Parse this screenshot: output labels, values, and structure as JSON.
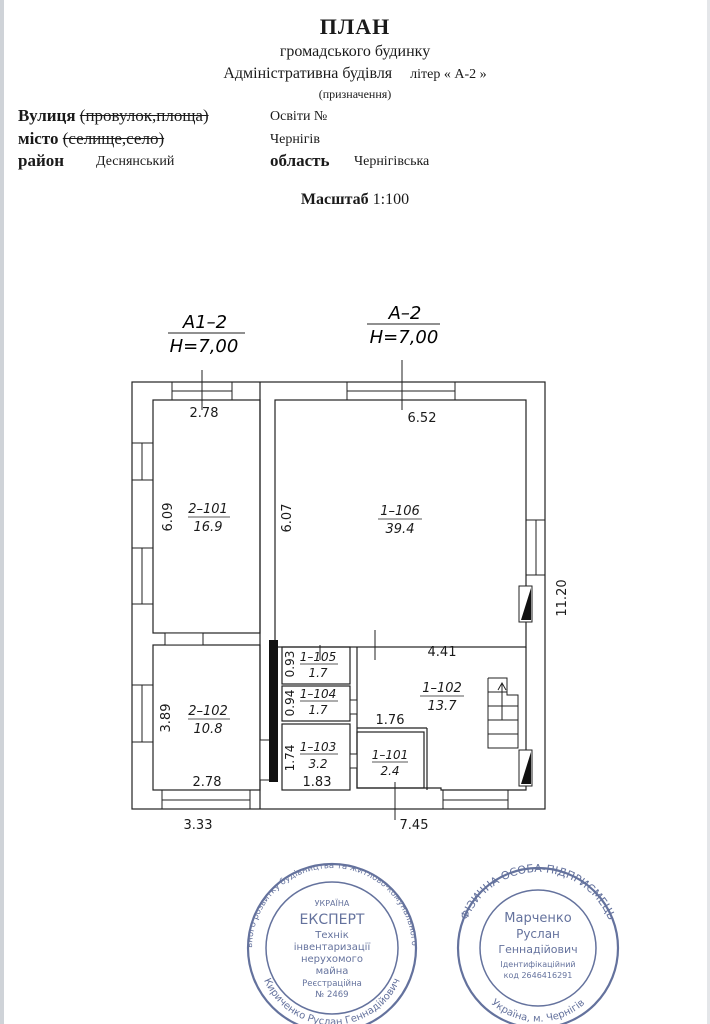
{
  "header": {
    "title": "ПЛАН",
    "subtitle": "громадського будинку",
    "building": "Адміністративна будівля",
    "litera": "літер « А-2 »",
    "purpose_note": "(призначення)"
  },
  "address": {
    "street_label": "Вулиця",
    "street_struck": "(провулок,площа)",
    "street_value": "Освіти   №",
    "city_label": "місто",
    "city_struck": "(селище,село)",
    "city_value": "Чернігів",
    "district_label": "район",
    "district_value": "Деснянський",
    "region_label": "область",
    "region_value": "Чернігівська"
  },
  "scale": {
    "label": "Масштаб",
    "value": "1:100"
  },
  "plan": {
    "tags": [
      {
        "name": "А1–2",
        "height": "Н=7,00"
      },
      {
        "name": "А–2",
        "height": "Н=7,00"
      }
    ],
    "rooms": [
      {
        "id": "2–101",
        "area": "16.9"
      },
      {
        "id": "2–102",
        "area": "10.8"
      },
      {
        "id": "1–106",
        "area": "39.4"
      },
      {
        "id": "1–105",
        "area": "1.7"
      },
      {
        "id": "1–104",
        "area": "1.7"
      },
      {
        "id": "1–103",
        "area": "3.2"
      },
      {
        "id": "1–102",
        "area": "13.7"
      },
      {
        "id": "1–101",
        "area": "2.4"
      }
    ],
    "dims": {
      "d_278_top": "2.78",
      "d_652": "6.52",
      "d_609": "6.09",
      "d_607": "6.07",
      "d_1120": "11.20",
      "d_441": "4.41",
      "d_093": "0.93",
      "d_094": "0.94",
      "d_174": "1.74",
      "d_176": "1.76",
      "d_183": "1.83",
      "d_389": "3.89",
      "d_278_bottom": "2.78",
      "d_333": "3.33",
      "d_745": "7.45"
    }
  },
  "stamps": {
    "left": {
      "ring": "Міністерство регіонального розвитку будівництва та житлово-комунального господарства України",
      "country": "УКРАЇНА",
      "word": "ЕКСПЕРТ",
      "l1": "Технік",
      "l2": "інвентаризації",
      "l3": "нерухомого",
      "l4": "майна",
      "l5": "Реєстраційна",
      "l6": "№ 2469",
      "bottom": "Кириченко Руслан Геннадійович"
    },
    "right": {
      "ring": "ФІЗИЧНА ОСОБА-ПІДПРИЄМЕЦЬ",
      "l1": "Марченко",
      "l2": "Руслан",
      "l3": "Геннадійович",
      "l4": "Ідентифікаційний",
      "l5": "код 2646416291",
      "bottom": "Україна, м. Чернігів"
    }
  }
}
